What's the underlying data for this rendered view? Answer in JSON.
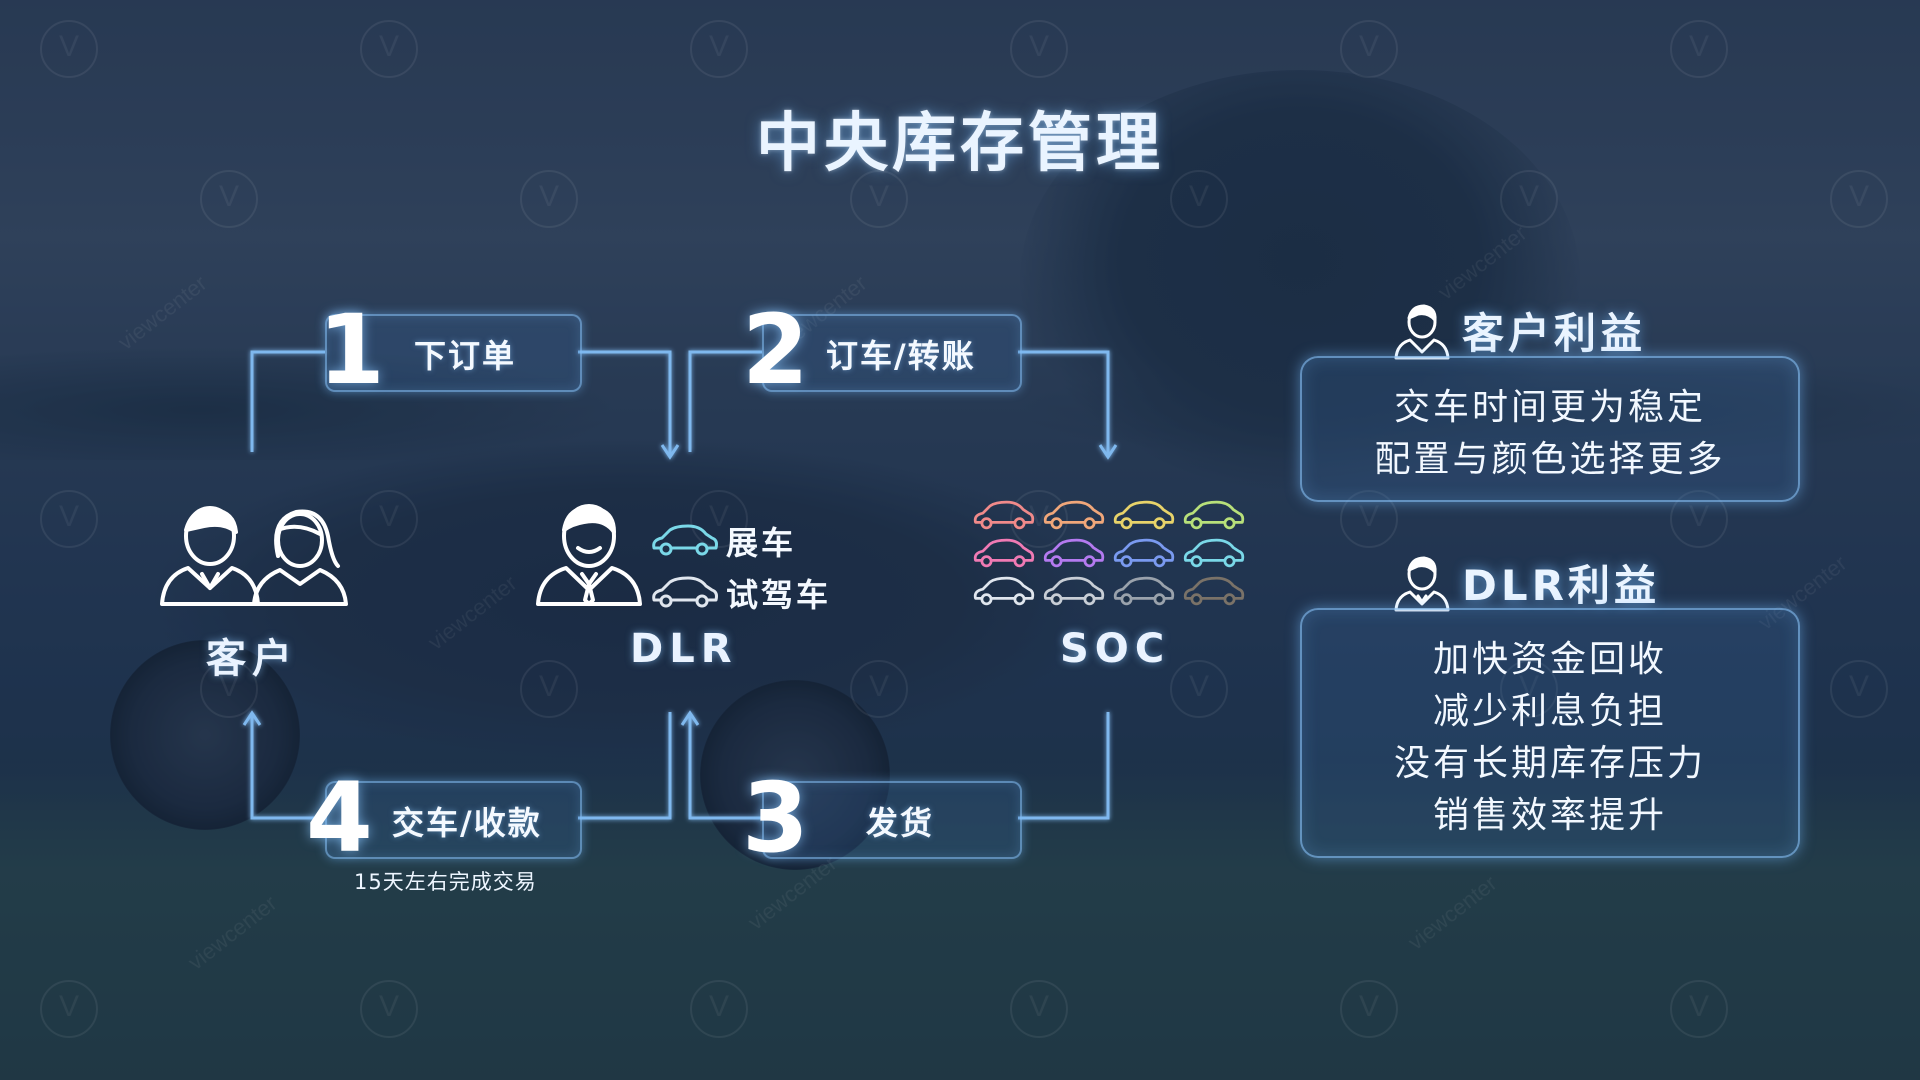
{
  "title": "中央库存管理",
  "steps": [
    {
      "number": "1",
      "label": "下订单"
    },
    {
      "number": "2",
      "label": "订车/转账"
    },
    {
      "number": "3",
      "label": "发货"
    },
    {
      "number": "4",
      "label": "交车/收款",
      "note": "15天左右完成交易"
    }
  ],
  "actors": {
    "customer": "客户",
    "dlr": "DLR",
    "soc": "SOC"
  },
  "dlr_cars": [
    "展车",
    "试驾车"
  ],
  "soc_car_colors": [
    "#f08a8a",
    "#f0a77a",
    "#e8d36a",
    "#b8e07a",
    "#f07ab4",
    "#b47af0",
    "#7a9af0",
    "#7ad8e8",
    "#e0e6ee",
    "#c8ced6",
    "#9aa2ac",
    "#7a7268"
  ],
  "dlr_car_colors": [
    "#7ad8e8",
    "#e0e6ee"
  ],
  "benefits": {
    "customer": {
      "title": "客户利益",
      "lines": [
        "交车时间更为稳定",
        "配置与颜色选择更多"
      ]
    },
    "dlr": {
      "title": "DLR利益",
      "lines": [
        "加快资金回收",
        "减少利息负担",
        "没有长期库存压力",
        "销售效率提升"
      ]
    }
  },
  "colors": {
    "accent": "#8cc8ff",
    "line": "#7fb8ee"
  },
  "watermark": "viewcenter"
}
